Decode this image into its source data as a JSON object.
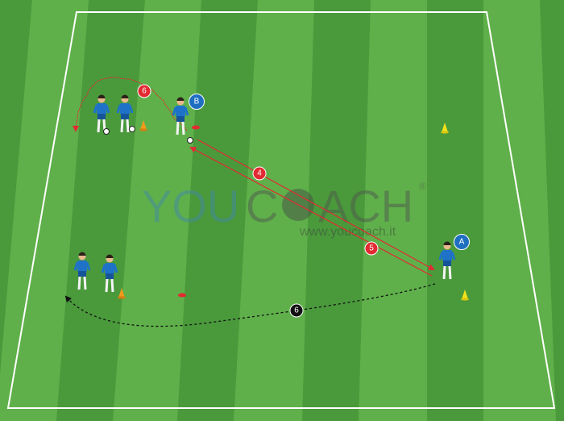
{
  "watermark": {
    "brand": "YOUCOACH",
    "brand_you": "YOU",
    "brand_c": "C",
    "brand_ach": "ACH",
    "registered": "®",
    "url": "www.youcoach.it"
  },
  "markers": {
    "player_a": "A",
    "player_b": "B",
    "step_4": "4",
    "step_5": "5",
    "step_6_top": "6",
    "step_6_bottom": "6"
  },
  "colors": {
    "pitch_light": "#5fb04a",
    "pitch_dark": "#4a9a3c",
    "lines": "#ffffff",
    "red_marker": "#e32a32",
    "blue_marker": "#1f6fc1",
    "black_marker": "#111111",
    "kit": "#1e73c8",
    "cone_yellow": "#f2e21a",
    "cone_orange": "#f59a1d"
  },
  "icons": [
    "player-icon",
    "ball-icon",
    "cone-icon",
    "disc-marker-icon",
    "arrow-icon"
  ]
}
